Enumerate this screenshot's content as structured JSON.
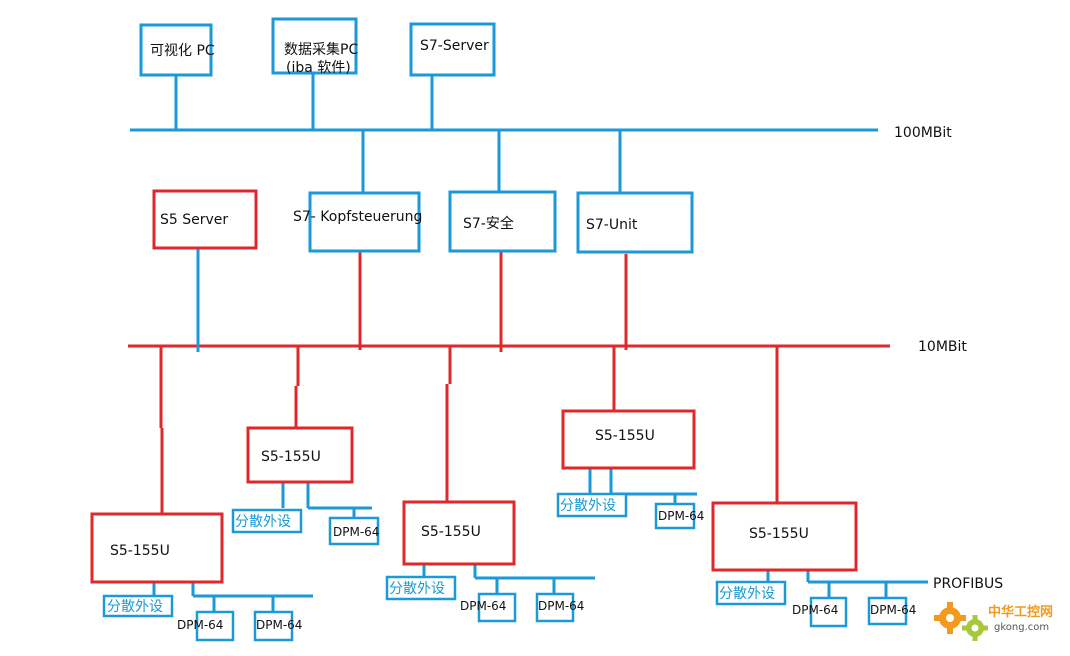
{
  "colors": {
    "blue": "#1a9ad6",
    "red": "#e0272b",
    "text": "#111111"
  },
  "buses": {
    "fast": "100MBit",
    "slow": "10MBit",
    "profibus": "PROFIBUS"
  },
  "pcs": {
    "visual": "可视化 PC",
    "daq_line1": "数据采集PC",
    "daq_line2": "(iba 软件)",
    "s7server": "S7-Server"
  },
  "mid": {
    "s5server": "S5  Server",
    "kopf": "S7- Kopfsteuerung",
    "safety": "S7-安全",
    "unit": "S7-Unit"
  },
  "plcs": {
    "u1": "S5-155U",
    "u2": "S5-155U",
    "u3": "S5-155U",
    "u4": "S5-155U",
    "u5": "S5-155U"
  },
  "periph": {
    "p1": "分散外设",
    "p2": "分散外设",
    "p3": "分散外设",
    "p4": "分散外设",
    "p5": "分散外设"
  },
  "dpm": {
    "d1": "DPM-64",
    "d2": "DPM-64",
    "d3": "DPM-64",
    "d4": "DPM-64",
    "d5": "DPM-64",
    "d6": "DPM-64",
    "d7": "DPM-64",
    "d8": "DPM-64"
  },
  "watermark": {
    "brand": "中华工控网",
    "site": "gkong.com",
    "icon": "gear-icon"
  }
}
